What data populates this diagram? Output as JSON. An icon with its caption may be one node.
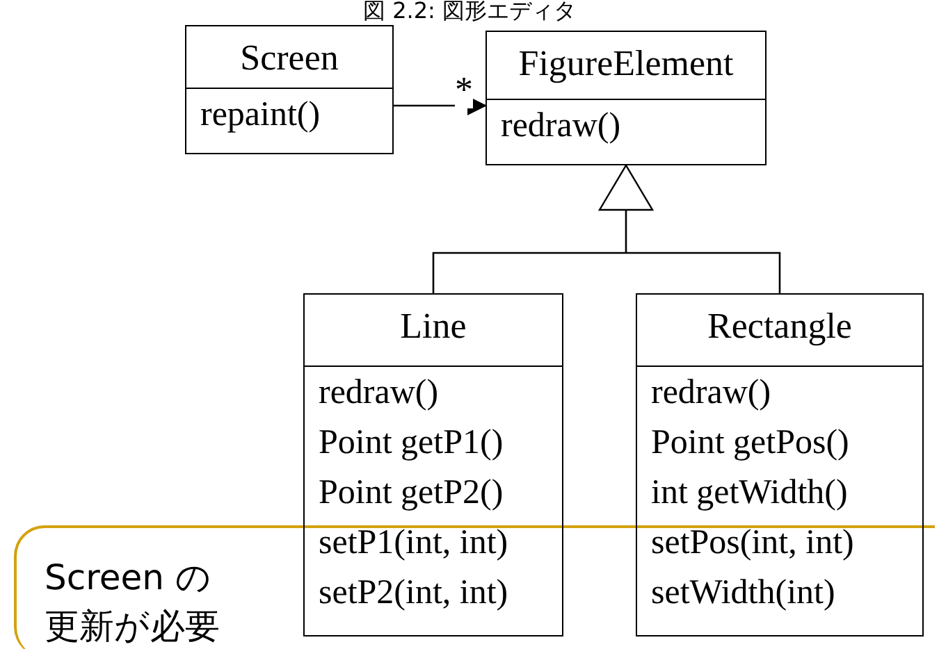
{
  "diagram": {
    "title": "図 2.2: 図形エディタ",
    "nodes": [
      {
        "text": [
          "Screen",
          "repaint()"
        ]
      },
      {
        "text": [
          "FigureElement",
          "redraw()"
        ]
      },
      {
        "text": [
          "Line",
          "redraw()",
          "Point getP1()",
          "Point getP2()",
          "setP1(int, int)",
          "setP2(int, int)"
        ]
      },
      {
        "text": [
          "Rectangle",
          "redraw()",
          "Point getPos()",
          "int getWidth()",
          "setPos(int, int)",
          "setWidth(int)"
        ]
      },
      {
        "text": [
          "Screen の更新が必要"
        ]
      }
    ],
    "edges": [
      {
        "from": 0,
        "to": 1,
        "arrow": "to",
        "label": "*"
      },
      {
        "from": 2,
        "to": 1,
        "arrow": "to"
      },
      {
        "from": 3,
        "to": 1,
        "arrow": "to"
      }
    ]
  }
}
